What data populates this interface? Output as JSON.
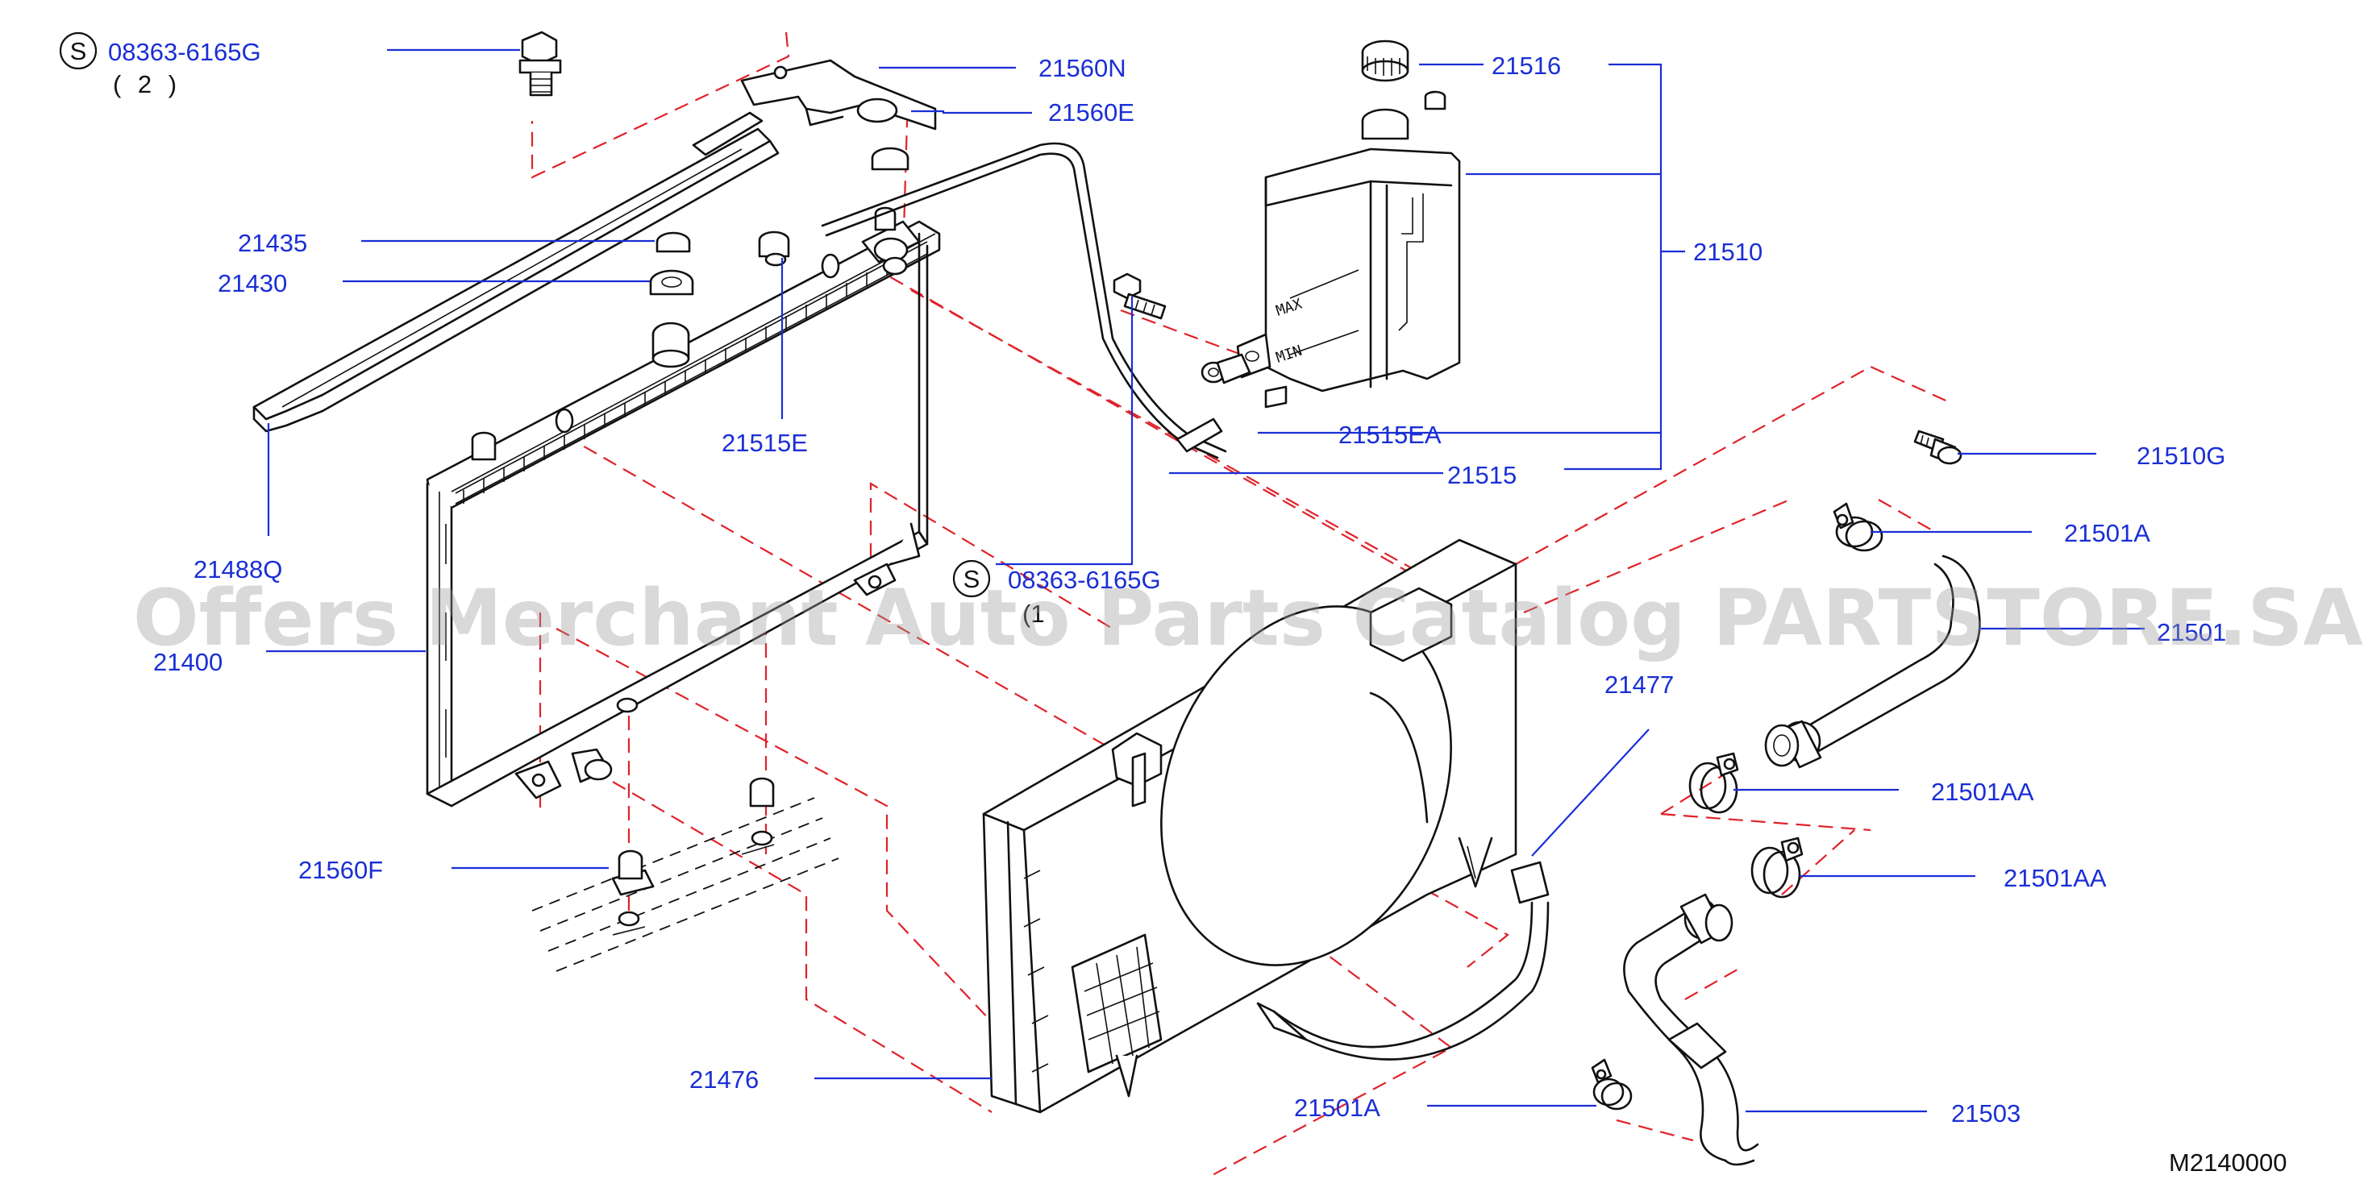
{
  "diagram": {
    "drawing_code": "M2140000",
    "watermark": "Offers Merchant Auto Parts Catalog PARTSTORE.SA",
    "labels": {
      "bolt_top": "08363-6165G",
      "bolt_top_qty": "( 2 )",
      "bolt_mid": "08363-6165G",
      "bolt_mid_qty": "(1",
      "bolt_symbol": "S",
      "p21560N": "21560N",
      "p21560E": "21560E",
      "p21516": "21516",
      "p21510": "21510",
      "p21435": "21435",
      "p21430": "21430",
      "p21515E": "21515E",
      "p21515EA": "21515EA",
      "p21515": "21515",
      "p21510G": "21510G",
      "p21488Q": "21488Q",
      "p21501A_top": "21501A",
      "p21501_partial": "21501",
      "p21400": "21400",
      "p21477": "21477",
      "p21501AA_1": "21501AA",
      "p21501AA_2": "21501AA",
      "p21560F": "21560F",
      "p21476": "21476",
      "p21501A_bottom": "21501A",
      "p21503": "21503"
    },
    "tank_marks": {
      "max": "MAX",
      "min": "MIN"
    },
    "colors": {
      "label_blue": "#1a2fd6",
      "dash_red": "#e0222a",
      "line_black": "#111111"
    }
  }
}
